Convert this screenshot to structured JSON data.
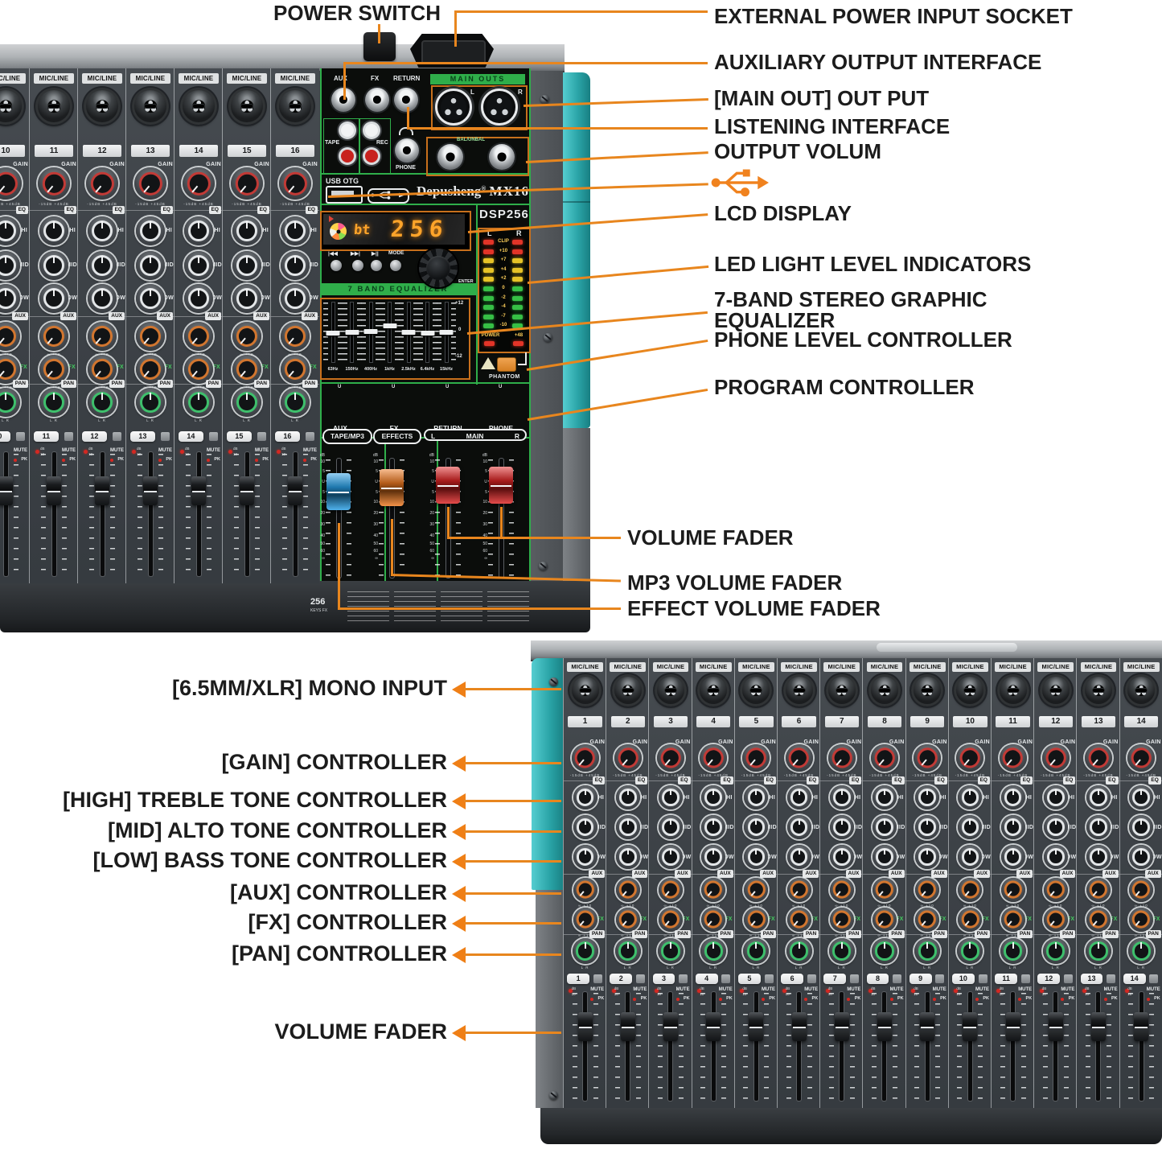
{
  "colors": {
    "accent": "#E8861E",
    "teal": "#2FAAAC",
    "green": "#2FAE4A",
    "lcd_orange": "#FFA42A"
  },
  "callouts": {
    "power_switch": "POWER SWITCH",
    "external": "EXTERNAL POWER INPUT SOCKET",
    "auxiliary": "AUXILIARY OUTPUT INTERFACE",
    "main_out": "[MAIN OUT] OUT PUT",
    "listening": "LISTENING INTERFACE",
    "output_volum": "OUTPUT VOLUM",
    "usb_icon": "usb-icon",
    "lcd": "LCD DISPLAY",
    "led": "LED LIGHT LEVEL INDICATORS",
    "band7_line1": "7-BAND STEREO GRAPHIC",
    "band7_line2": "EQUALIZER",
    "phone_level": "PHONE LEVEL CONTROLLER",
    "program": "PROGRAM CONTROLLER",
    "volume_fader": "VOLUME FADER",
    "mp3_fader": "MP3 VOLUME FADER",
    "effect_fader": "EFFECT VOLUME FADER"
  },
  "callouts_left": [
    "[6.5MM/XLR] MONO INPUT",
    "[GAIN] CONTROLLER",
    "[HIGH] TREBLE TONE CONTROLLER",
    "[MID] ALTO TONE CONTROLLER",
    "[LOW] BASS TONE CONTROLLER",
    "[AUX] CONTROLLER",
    "[FX] CONTROLLER",
    "[PAN] CONTROLLER",
    "VOLUME FADER"
  ],
  "strip": {
    "mic": "MIC/LINE",
    "gain": "GAIN",
    "eq": "EQ",
    "hi": "HI",
    "mid": "MID",
    "low": "LOW",
    "aux": "AUX",
    "fx": "FX",
    "pan": "PAN",
    "mute": "MUTE",
    "pk": "PK",
    "gain_sub": "-15dB +45dB",
    "eq_sub": "-15dB +15dB",
    "level_sub": "∞  +10",
    "pan_sub": "L      R",
    "db": "dB",
    "ten": "10"
  },
  "top_unit": {
    "channels": [
      "10",
      "11",
      "12",
      "13",
      "14",
      "15",
      "16"
    ],
    "jacks_row": [
      "AUX",
      "FX",
      "RETURN"
    ],
    "main_outs": "MAIN OUTS",
    "l": "L",
    "r": "R",
    "tape": "TAPE",
    "rec": "REC",
    "phone": "PHONE",
    "bal": "BAL/UNBAL",
    "usb_otg": "USB OTG",
    "brand": {
      "name": "Depusheng",
      "reg": "®",
      "model": "MX16"
    },
    "dsp": "DSP256",
    "lcd": {
      "mode": "bt",
      "value": "256"
    },
    "transport": [
      "|◀◀",
      "▶▶|",
      "▶||",
      "MODE"
    ],
    "enter": "ENTER",
    "eq_title": "7 BAND EQUALIZER",
    "eq_freqs": [
      "63Hz",
      "150Hz",
      "400Hz",
      "1kHz",
      "2.5kHz",
      "6.4kHz",
      "15kHz"
    ],
    "eq_scale": [
      "+12",
      "0",
      "-12"
    ],
    "meter": {
      "l": "L",
      "r": "R",
      "rows": [
        {
          "label": "CLIP",
          "color": "red"
        },
        {
          "label": "+10",
          "color": "red"
        },
        {
          "label": "+7",
          "color": "yellow"
        },
        {
          "label": "+4",
          "color": "yellow"
        },
        {
          "label": "+2",
          "color": "yellow"
        },
        {
          "label": "0",
          "color": "green"
        },
        {
          "label": "-2",
          "color": "green"
        },
        {
          "label": "-4",
          "color": "green"
        },
        {
          "label": "-7",
          "color": "green"
        },
        {
          "label": "-10",
          "color": "green"
        }
      ],
      "power": "POWER",
      "p48": "+48"
    },
    "phantom": "PHANTOM",
    "master_knobs": [
      {
        "name": "AUX",
        "range": "∞  +10",
        "color": "#d2762f"
      },
      {
        "name": "FX",
        "range": "∞  +10",
        "color": "#d2762f"
      },
      {
        "name": "RETURN",
        "range": "∞  +10",
        "color": "#49a7e8"
      },
      {
        "name": "PHONE",
        "range": "∞  +15",
        "color": "#49a7e8"
      }
    ],
    "fader_groups": [
      "TAPE/MP3",
      "EFFECTS"
    ],
    "main_group": {
      "l": "L",
      "name": "MAIN",
      "r": "R"
    },
    "fader_scale": [
      "dB",
      "10",
      "5",
      "U",
      "5",
      "10",
      "20",
      "30",
      "40",
      "50",
      "60",
      "∞"
    ],
    "keys_fx": {
      "num": "256",
      "text": "KEYS FX"
    }
  },
  "bottom_unit": {
    "channels": [
      "1",
      "2",
      "3",
      "4",
      "5",
      "6",
      "7",
      "8",
      "9",
      "10",
      "11",
      "12",
      "13",
      "14"
    ]
  }
}
